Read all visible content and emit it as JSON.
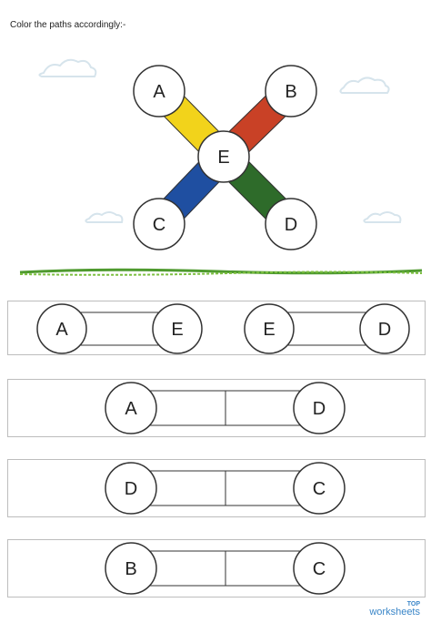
{
  "instruction": "Color the paths accordingly:-",
  "diagram": {
    "nodes": [
      "A",
      "B",
      "C",
      "D",
      "E"
    ],
    "paths": [
      {
        "from": "A",
        "to": "E",
        "color": "#f2d31b"
      },
      {
        "from": "B",
        "to": "E",
        "color": "#c94126"
      },
      {
        "from": "C",
        "to": "E",
        "color": "#1f4fa1"
      },
      {
        "from": "D",
        "to": "E",
        "color": "#2e6b2a"
      }
    ]
  },
  "exercises": [
    {
      "pairs": [
        {
          "left": "A",
          "right": "E"
        },
        {
          "left": "E",
          "right": "D"
        }
      ]
    },
    {
      "left": "A",
      "right": "D"
    },
    {
      "left": "D",
      "right": "C"
    },
    {
      "left": "B",
      "right": "C"
    }
  ],
  "brand": {
    "top": "TOP",
    "name": "worksheets"
  },
  "colors": {
    "grass": "#4f9a2f",
    "cloud": "#d6e4ec",
    "box_border": "#bdbdbd"
  }
}
